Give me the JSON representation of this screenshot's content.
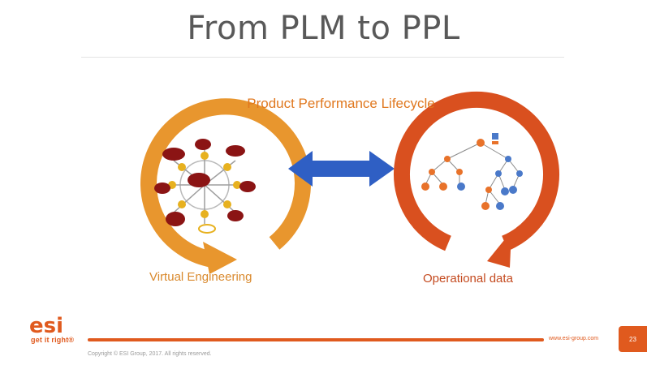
{
  "slide": {
    "title": "From PLM to PPL",
    "lifecycle_label": "Product Performance Lifecycle",
    "left_label": "Virtual Engineering",
    "right_label": "Operational data"
  },
  "footer": {
    "tagline": "get it right®",
    "url": "www.esi-group.com",
    "page_number": "23",
    "copyright": "Copyright © ESI Group, 2017. All rights reserved."
  },
  "brand": {
    "logo_text": "esi",
    "accent_color": "#e05a1e",
    "left_cycle_color": "#e8962e",
    "right_cycle_color": "#d9501f",
    "arrow_color": "#2f5fc4"
  }
}
